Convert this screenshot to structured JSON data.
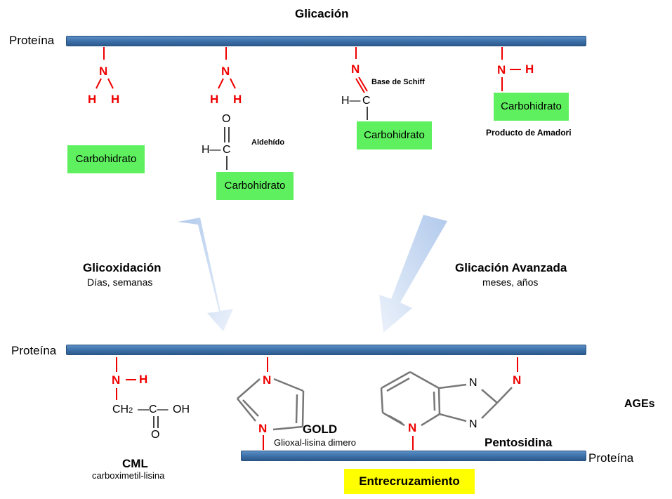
{
  "title": "Glicación",
  "labels": {
    "protein": "Proteína",
    "carbohydrate": "Carbohidrato",
    "aldehyde": "Aldehído",
    "schiff_base": "Base de Schiff",
    "amadori": "Producto de Amadori",
    "glycoxidation": "Glicoxidación",
    "glycoxidation_time": "Días, semanas",
    "advanced_glycation": "Glicación Avanzada",
    "advanced_glycation_time": "meses, años",
    "ages": "AGEs",
    "cml": "CML",
    "cml_full": "carboximetil-lisina",
    "gold": "GOLD",
    "gold_full": "Glioxal-lisina dimero",
    "pentosidine": "Pentosidina",
    "crosslinking": "Entrecruzamiento"
  },
  "atoms": {
    "N": "N",
    "H": "H",
    "O": "O",
    "C": "C",
    "H_dash": "H—",
    "CH2": "CH",
    "sub2": "2",
    "C_dash": "—C—",
    "OH": "OH"
  },
  "colors": {
    "protein_bar": "#3f74ad",
    "carbohydrate_box": "#5ef05e",
    "nitrogen": "#ee0000",
    "highlight": "#ffff00",
    "arrow": "#c5d8f2"
  }
}
